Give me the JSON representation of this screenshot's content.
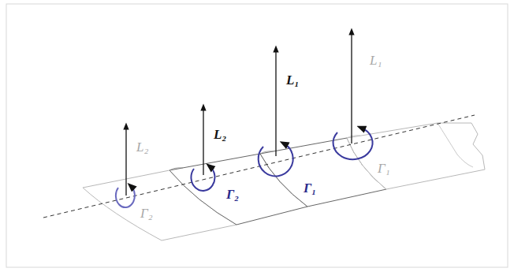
{
  "diagram": {
    "labels": [
      "L₂",
      "Γ₂",
      "L₂",
      "Γ₂",
      "L₁",
      "Γ₁",
      "L₁",
      "Γ₁"
    ]
  }
}
